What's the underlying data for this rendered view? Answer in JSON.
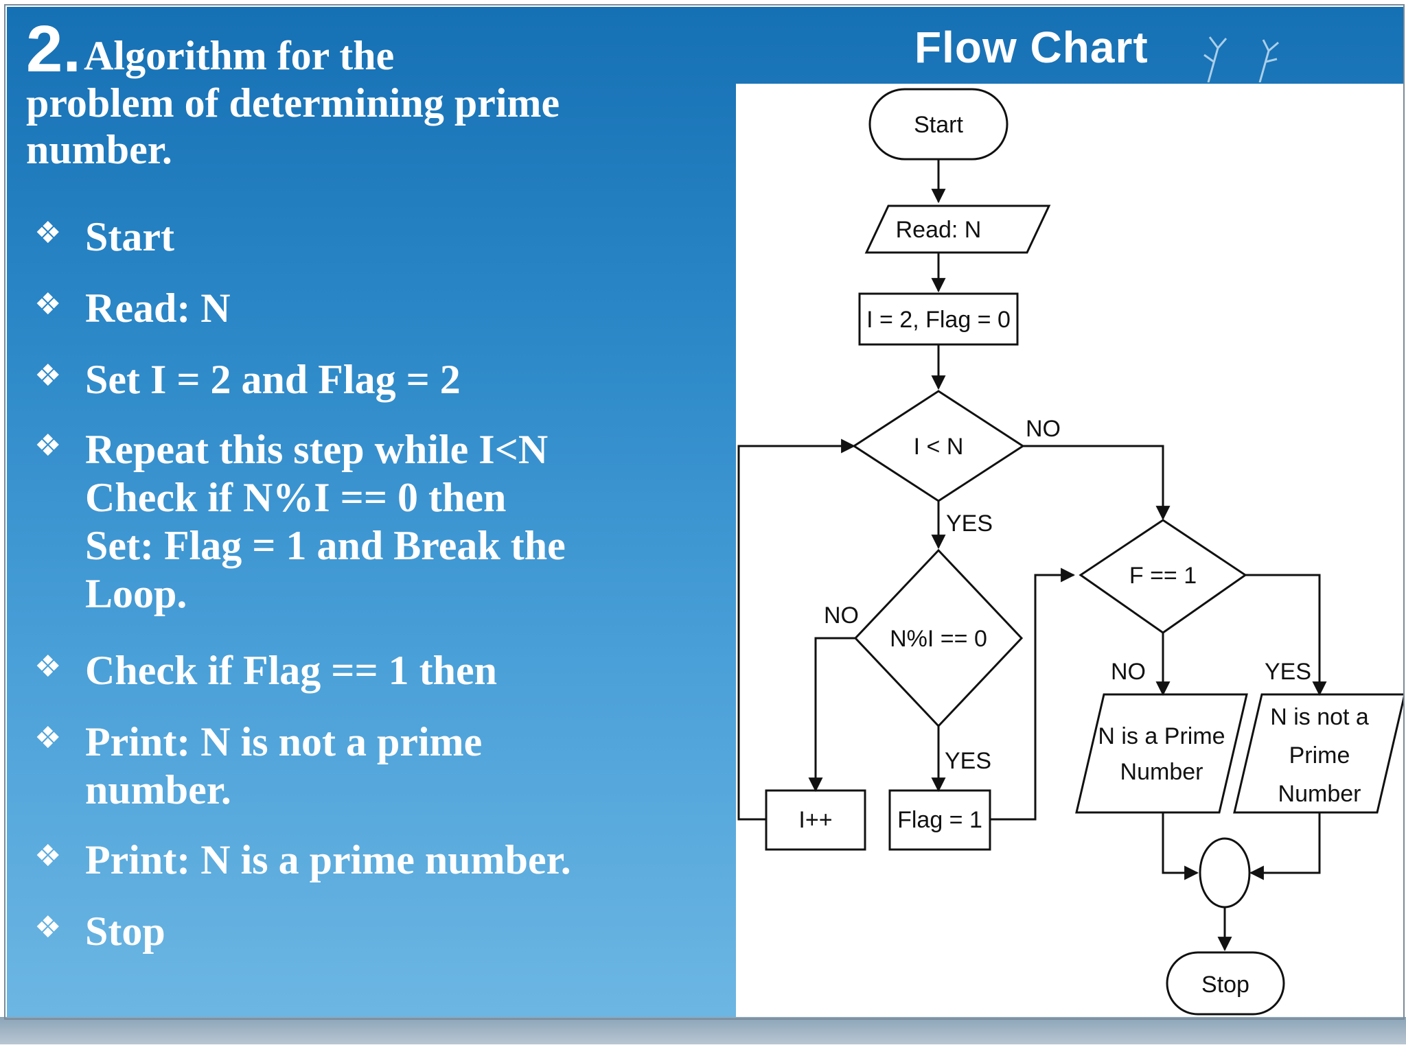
{
  "heading": {
    "number": "2.",
    "line1": "Algorithm  for the",
    "line2": "problem  of determining  prime",
    "line3": "number."
  },
  "steps": [
    {
      "lines": [
        "Start"
      ]
    },
    {
      "lines": [
        "Read:  N"
      ]
    },
    {
      "lines": [
        "Set I = 2 and Flag = 2"
      ]
    },
    {
      "lines": [
        "Repeat  this  step  while  I<N",
        "Check if N%I == 0 then",
        "Set:  Flag = 1 and Break the",
        "Loop."
      ]
    },
    {
      "lines": [
        "Check if Flag == 1 then"
      ]
    },
    {
      "lines": [
        "Print:  N is not a prime",
        "number."
      ]
    },
    {
      "lines": [
        "Print:  N is a prime number."
      ]
    },
    {
      "lines": [
        "Stop"
      ]
    }
  ],
  "bullet_symbol": "❖",
  "flowchart": {
    "title": "Flow Chart",
    "nodes": {
      "start": "Start",
      "read": "Read: N",
      "init": "I = 2, Flag = 0",
      "loop_check": "I < N",
      "mod_check": "N%I == 0",
      "increment": "I++",
      "set_flag": "Flag = 1",
      "flag_check": "F == 1",
      "prime_out": [
        "N is a Prime",
        "Number"
      ],
      "not_prime_out": [
        "N is not a",
        "Prime",
        "Number"
      ],
      "stop": "Stop"
    },
    "edge_labels": {
      "loop_no": "NO",
      "loop_yes": "YES",
      "mod_no": "NO",
      "mod_yes": "YES",
      "flag_no": "NO",
      "flag_yes": "YES"
    }
  },
  "colors": {
    "slide_gradient_top": "#1670b4",
    "slide_gradient_bottom": "#6cb6e3",
    "text": "#ffffff",
    "panel": "#ffffff",
    "stroke": "#111111"
  }
}
